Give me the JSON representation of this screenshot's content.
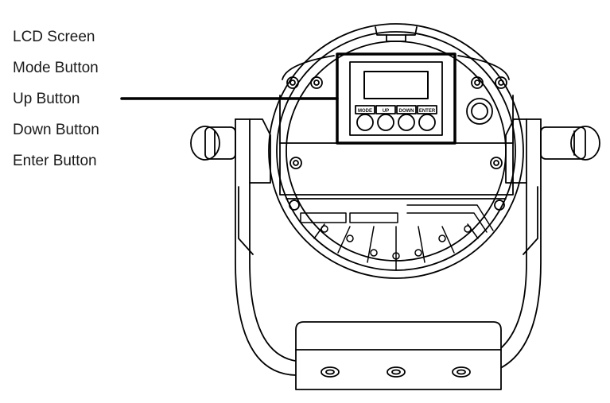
{
  "labels": [
    "LCD Screen",
    "Mode Button",
    "Up Button",
    "Down Button",
    "Enter Button"
  ],
  "panel_buttons": [
    "MODE",
    "UP",
    "DOWN",
    "ENTER"
  ]
}
